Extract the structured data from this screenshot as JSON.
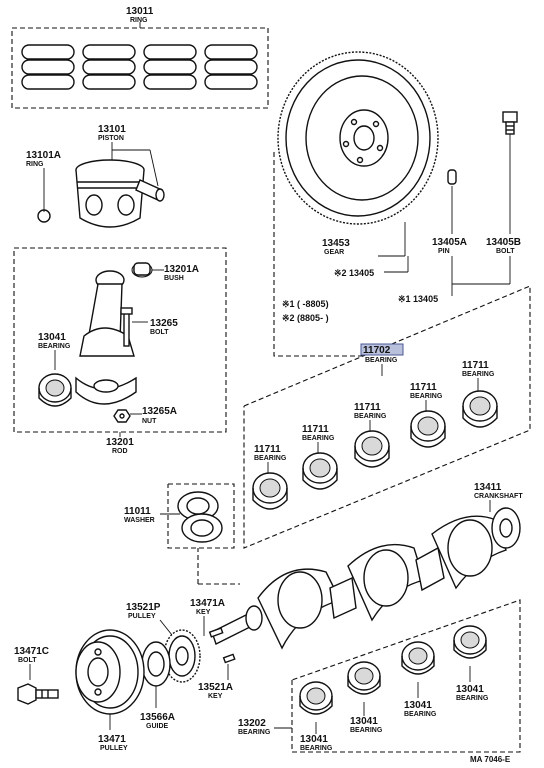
{
  "parts": {
    "p13011": {
      "num": "13011",
      "name": "RING"
    },
    "p13101": {
      "num": "13101",
      "name": "PISTON"
    },
    "p13101a": {
      "num": "13101A",
      "name": "RING"
    },
    "p13201a": {
      "num": "13201A",
      "name": "BUSH"
    },
    "p13265": {
      "num": "13265",
      "name": "BOLT"
    },
    "p13041a": {
      "num": "13041",
      "name": "BEARING"
    },
    "p13265a": {
      "num": "13265A",
      "name": "NUT"
    },
    "p13201": {
      "num": "13201",
      "name": "ROD"
    },
    "p13453": {
      "num": "13453",
      "name": "GEAR"
    },
    "p13405a": {
      "num": "13405A",
      "name": "PIN"
    },
    "p13405b": {
      "num": "13405B",
      "name": "BOLT"
    },
    "p11702": {
      "num": "11702",
      "name": "BEARING"
    },
    "p11711a": {
      "num": "11711",
      "name": "BEARING"
    },
    "p11711b": {
      "num": "11711",
      "name": "BEARING"
    },
    "p11711c": {
      "num": "11711",
      "name": "BEARING"
    },
    "p11711d": {
      "num": "11711",
      "name": "BEARING"
    },
    "p11711e": {
      "num": "11711",
      "name": "BEARING"
    },
    "p11011": {
      "num": "11011",
      "name": "WASHER"
    },
    "p13411": {
      "num": "13411",
      "name": "CRANKSHAFT"
    },
    "p13521p": {
      "num": "13521P",
      "name": "PULLEY"
    },
    "p13471a": {
      "num": "13471A",
      "name": "KEY"
    },
    "p13471c": {
      "num": "13471C",
      "name": "BOLT"
    },
    "p13521a": {
      "num": "13521A",
      "name": "KEY"
    },
    "p13566a": {
      "num": "13566A",
      "name": "GUIDE"
    },
    "p13471": {
      "num": "13471",
      "name": "PULLEY"
    },
    "p13202": {
      "num": "13202",
      "name": "BEARING"
    },
    "p13041b": {
      "num": "13041",
      "name": "BEARING"
    },
    "p13041c": {
      "num": "13041",
      "name": "BEARING"
    },
    "p13041d": {
      "num": "13041",
      "name": "BEARING"
    },
    "p13041e": {
      "num": "13041",
      "name": "BEARING"
    }
  },
  "notes": {
    "gear_ref": "※2 13405",
    "flywheel_ref": "※1 13405",
    "cond1": "※1 (      -8805)",
    "cond2": "※2 (8805-      )"
  },
  "diagram_code": "MA 7046-E",
  "colors": {
    "highlight": "#b9c0dc",
    "ink": "#111111"
  }
}
